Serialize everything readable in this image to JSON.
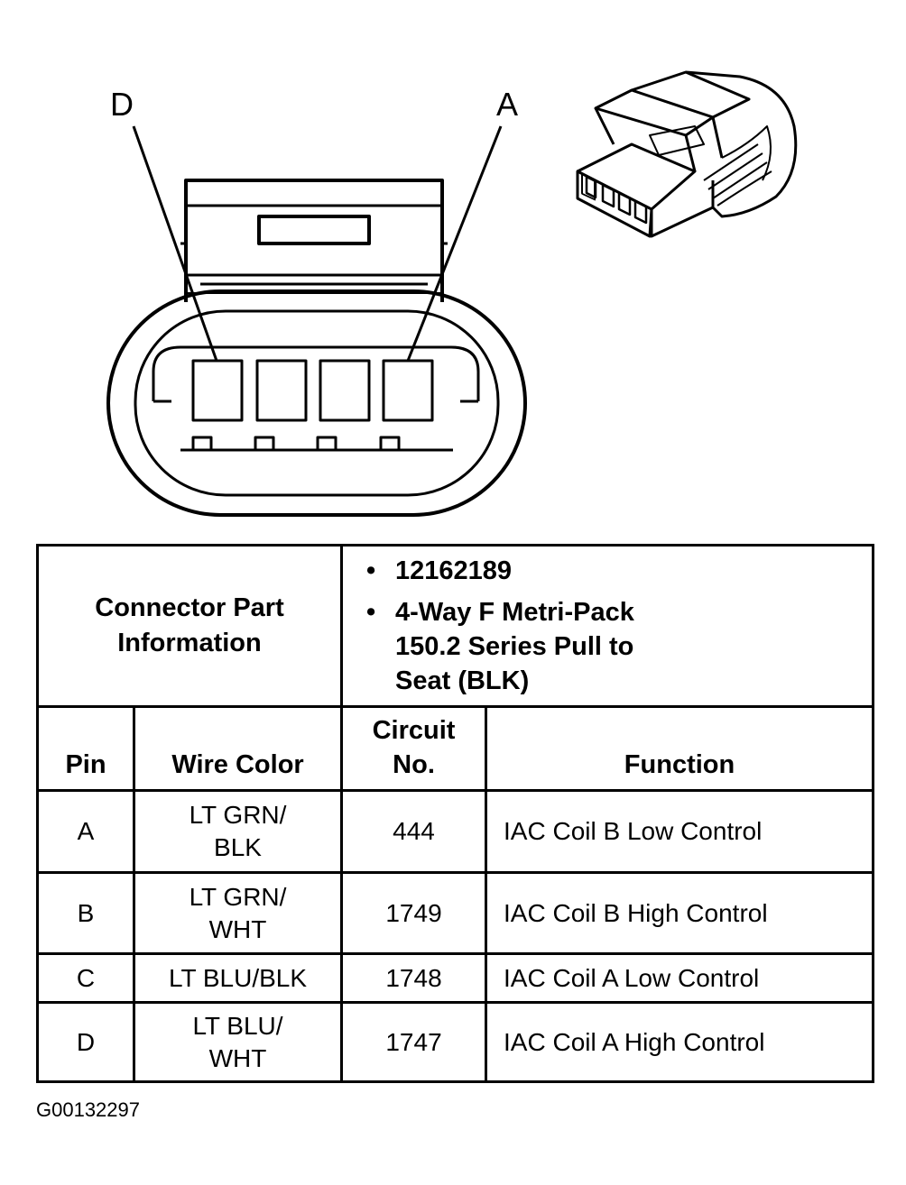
{
  "connector": {
    "pin_left_label": "D",
    "pin_right_label": "A"
  },
  "table": {
    "part_info_label": [
      "Connector Part",
      "Information"
    ],
    "part_info_items": [
      "12162189",
      "4-Way F Metri-Pack 150.2 Series Pull to Seat (BLK)"
    ],
    "part_info_lines": [
      [
        "12162189"
      ],
      [
        "4-Way F Metri-Pack",
        "150.2 Series Pull to",
        "Seat (BLK)"
      ]
    ],
    "headers": {
      "pin": "Pin",
      "wire_color": "Wire Color",
      "circuit": [
        "Circuit",
        "No."
      ],
      "function": "Function"
    },
    "rows": [
      {
        "pin": "A",
        "wire_color": [
          "LT GRN/",
          "BLK"
        ],
        "circuit": "444",
        "function": "IAC Coil B Low Control"
      },
      {
        "pin": "B",
        "wire_color": [
          "LT GRN/",
          "WHT"
        ],
        "circuit": "1749",
        "function": "IAC Coil B High Control"
      },
      {
        "pin": "C",
        "wire_color": [
          "LT BLU/BLK"
        ],
        "circuit": "1748",
        "function": "IAC Coil A Low Control"
      },
      {
        "pin": "D",
        "wire_color": [
          "LT BLU/",
          "WHT"
        ],
        "circuit": "1747",
        "function": "IAC Coil A High Control"
      }
    ]
  },
  "figure_id": "G00132297"
}
